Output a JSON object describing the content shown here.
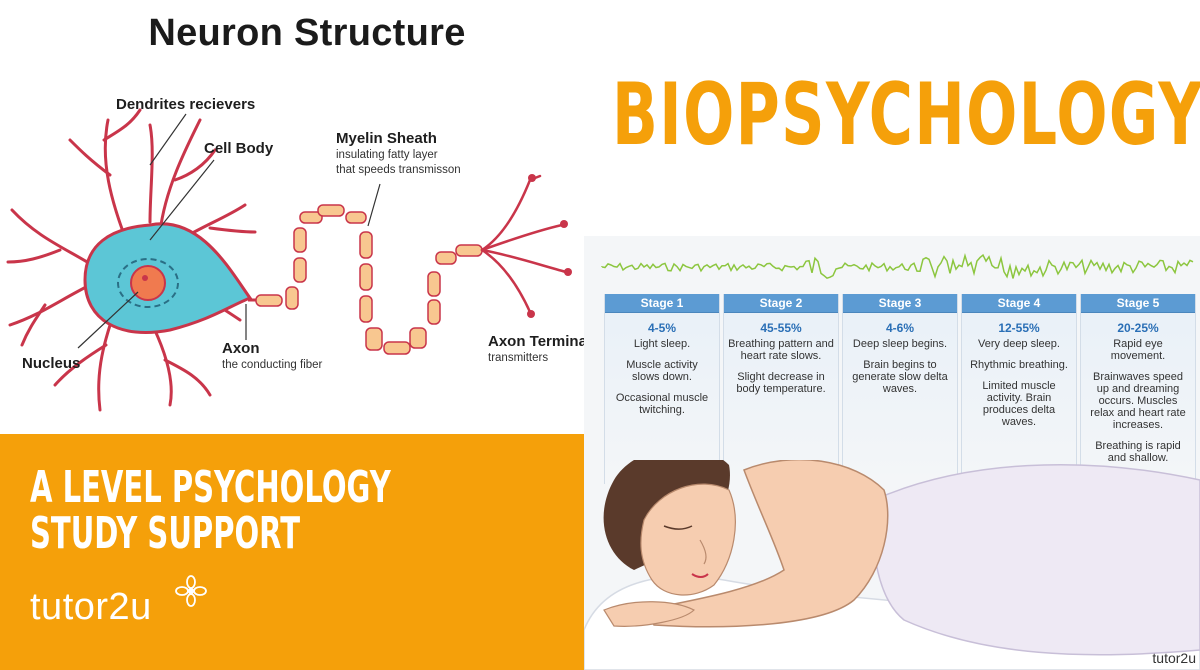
{
  "neuron": {
    "title": "Neuron Structure",
    "dendrites_label": "Dendrites recievers",
    "cell_body_label": "Cell Body",
    "myelin_label": "Myelin Sheath",
    "myelin_sub1": "insulating fatty layer",
    "myelin_sub2": "that speeds transmisson",
    "nucleus_label": "Nucleus",
    "axon_label": "Axon",
    "axon_sub": "the conducting fiber",
    "terminal_label": "Axon Termina",
    "terminal_sub": "transmitters"
  },
  "brand": {
    "line1": "A LEVEL PSYCHOLOGY",
    "line2": "STUDY SUPPORT",
    "logo": "tutor2u"
  },
  "headline": "BIOPSYCHOLOGY",
  "sleep": {
    "stages": [
      {
        "name": "Stage 1",
        "pct": "4-5%",
        "desc": "Light sleep.",
        "notes": [
          "Muscle activity slows down.",
          "Occasional muscle twitching."
        ]
      },
      {
        "name": "Stage 2",
        "pct": "45-55%",
        "desc": "Breathing pattern and heart rate slows.",
        "notes": [
          "Slight decrease in body temperature."
        ]
      },
      {
        "name": "Stage 3",
        "pct": "4-6%",
        "desc": "Deep sleep begins.",
        "notes": [
          "Brain begins to generate slow delta waves."
        ]
      },
      {
        "name": "Stage 4",
        "pct": "12-55%",
        "desc": "Very deep sleep.",
        "notes": [
          "Rhythmic breathing.",
          "Limited muscle activity. Brain produces delta waves."
        ]
      },
      {
        "name": "Stage 5",
        "pct": "20-25%",
        "desc": "Rapid eye movement.",
        "notes": [
          "Brainwaves speed up and dreaming occurs. Muscles relax and heart rate increases.",
          "Breathing is rapid and shallow."
        ]
      }
    ],
    "logo": "tutor2u"
  },
  "colors": {
    "accent_orange": "#f5a00a",
    "stage_blue": "#5c9bd3",
    "wave_green": "#8cc63f",
    "neuron_red": "#c9354a",
    "cell_cyan": "#5cc6d6"
  }
}
